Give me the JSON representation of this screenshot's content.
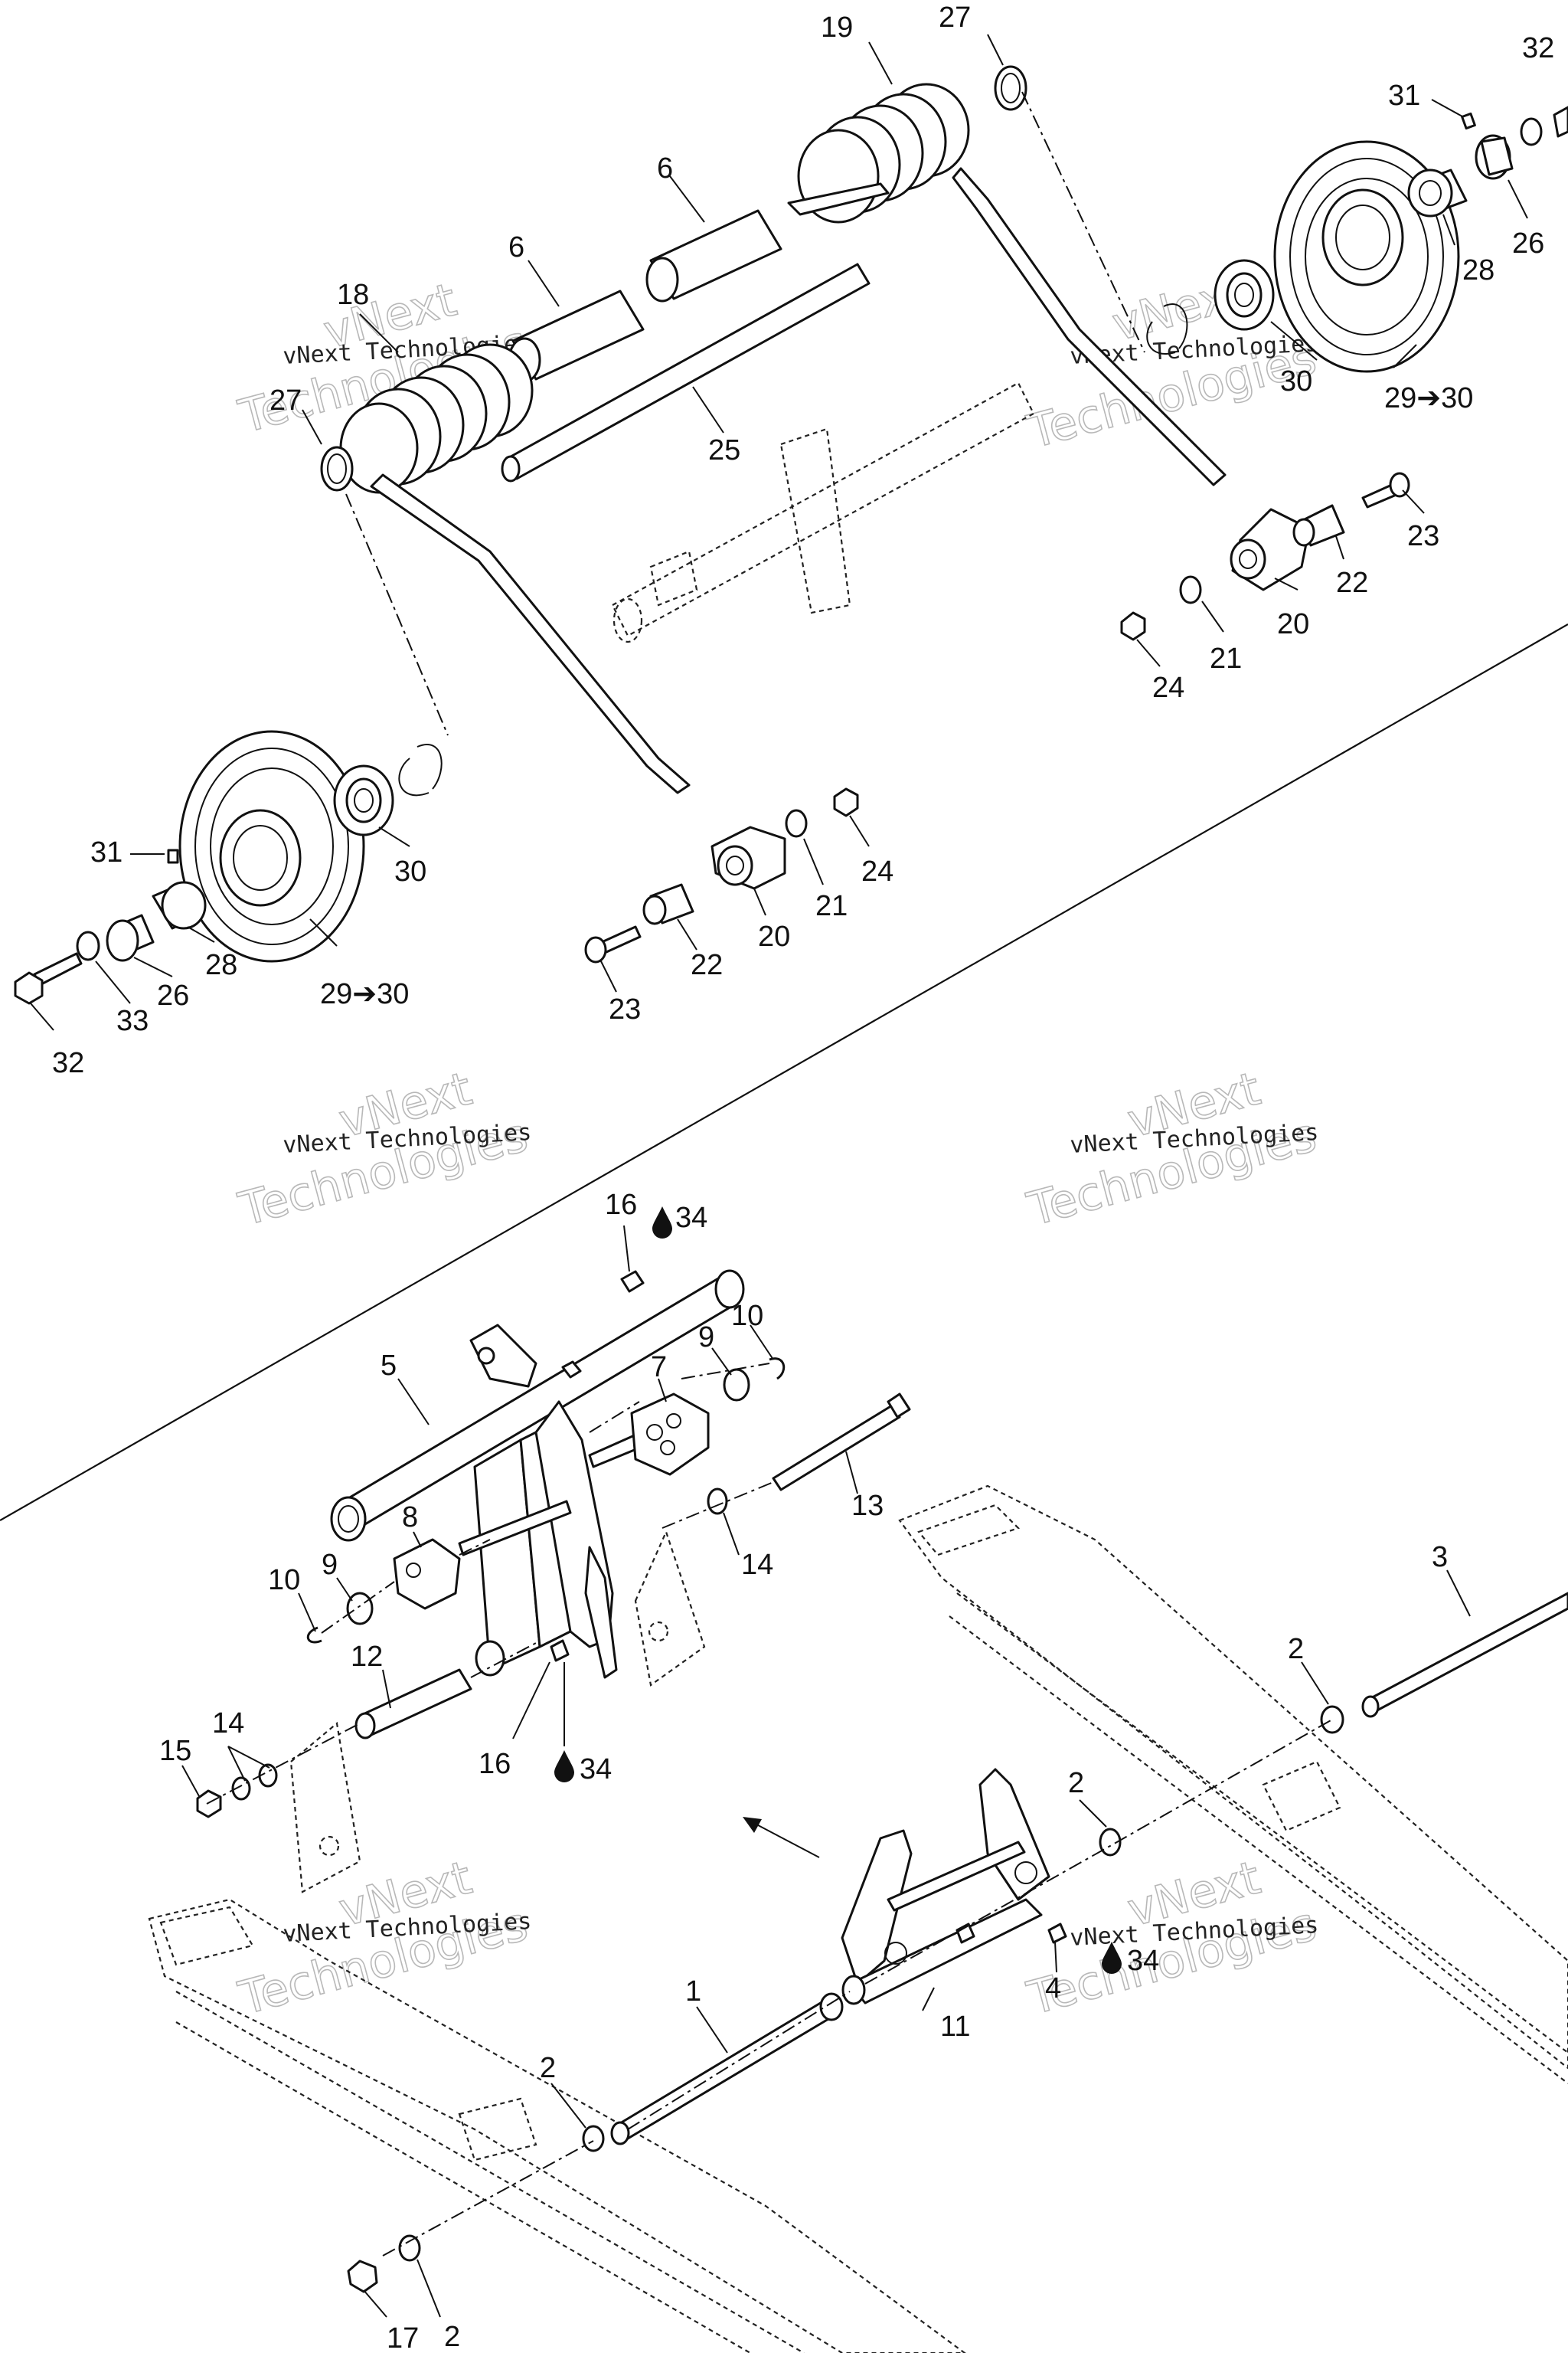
{
  "watermark": {
    "line1": "vNext Technologies",
    "line2": "Technologies"
  },
  "callouts": {
    "c19": "19",
    "c27a": "27",
    "c32a": "32",
    "c31a": "31",
    "c6a": "6",
    "c6b": "6",
    "c28a": "28",
    "c26a": "26",
    "c18": "18",
    "c30a": "30",
    "c29a": "29➔30",
    "c27b": "27",
    "c25": "25",
    "c23a": "23",
    "c22a": "22",
    "c20a": "20",
    "c21a": "21",
    "c24a": "24",
    "c30b": "30",
    "c31b": "31",
    "c24b": "24",
    "c21b": "21",
    "c20b": "20",
    "c22b": "22",
    "c28b": "28",
    "c26b": "26",
    "c33": "33",
    "c29b": "29➔30",
    "c23b": "23",
    "c32b": "32",
    "c16a": "16",
    "c34a": "34",
    "c10a": "10",
    "c9a": "9",
    "c5": "5",
    "c7": "7",
    "c13": "13",
    "c8": "8",
    "c14a": "14",
    "c9b": "9",
    "c10b": "10",
    "c3": "3",
    "c12": "12",
    "c2a": "2",
    "c14b": "14",
    "c15": "15",
    "c16b": "16",
    "c34b": "34",
    "c2b": "2",
    "c1": "1",
    "c4": "4",
    "c34c": "34",
    "c11": "11",
    "c2c": "2",
    "c17": "17",
    "c2d": "2"
  },
  "colors": {
    "line": "#111111",
    "watermark_outline": "#b8b8b8",
    "background": "#ffffff"
  }
}
